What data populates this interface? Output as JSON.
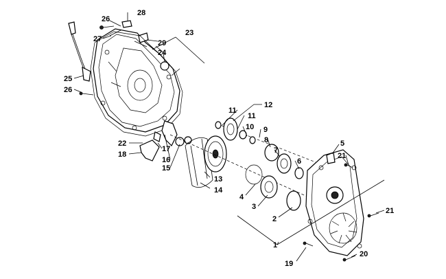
{
  "callouts": [
    "1",
    "2",
    "3",
    "4",
    "5",
    "6",
    "7",
    "8",
    "9",
    "10",
    "11",
    "11",
    "12",
    "13",
    "14",
    "15",
    "16",
    "17",
    "18",
    "19",
    "20",
    "21",
    "21",
    "22",
    "23",
    "24",
    "25",
    "26",
    "26",
    "27",
    "28",
    "29"
  ]
}
